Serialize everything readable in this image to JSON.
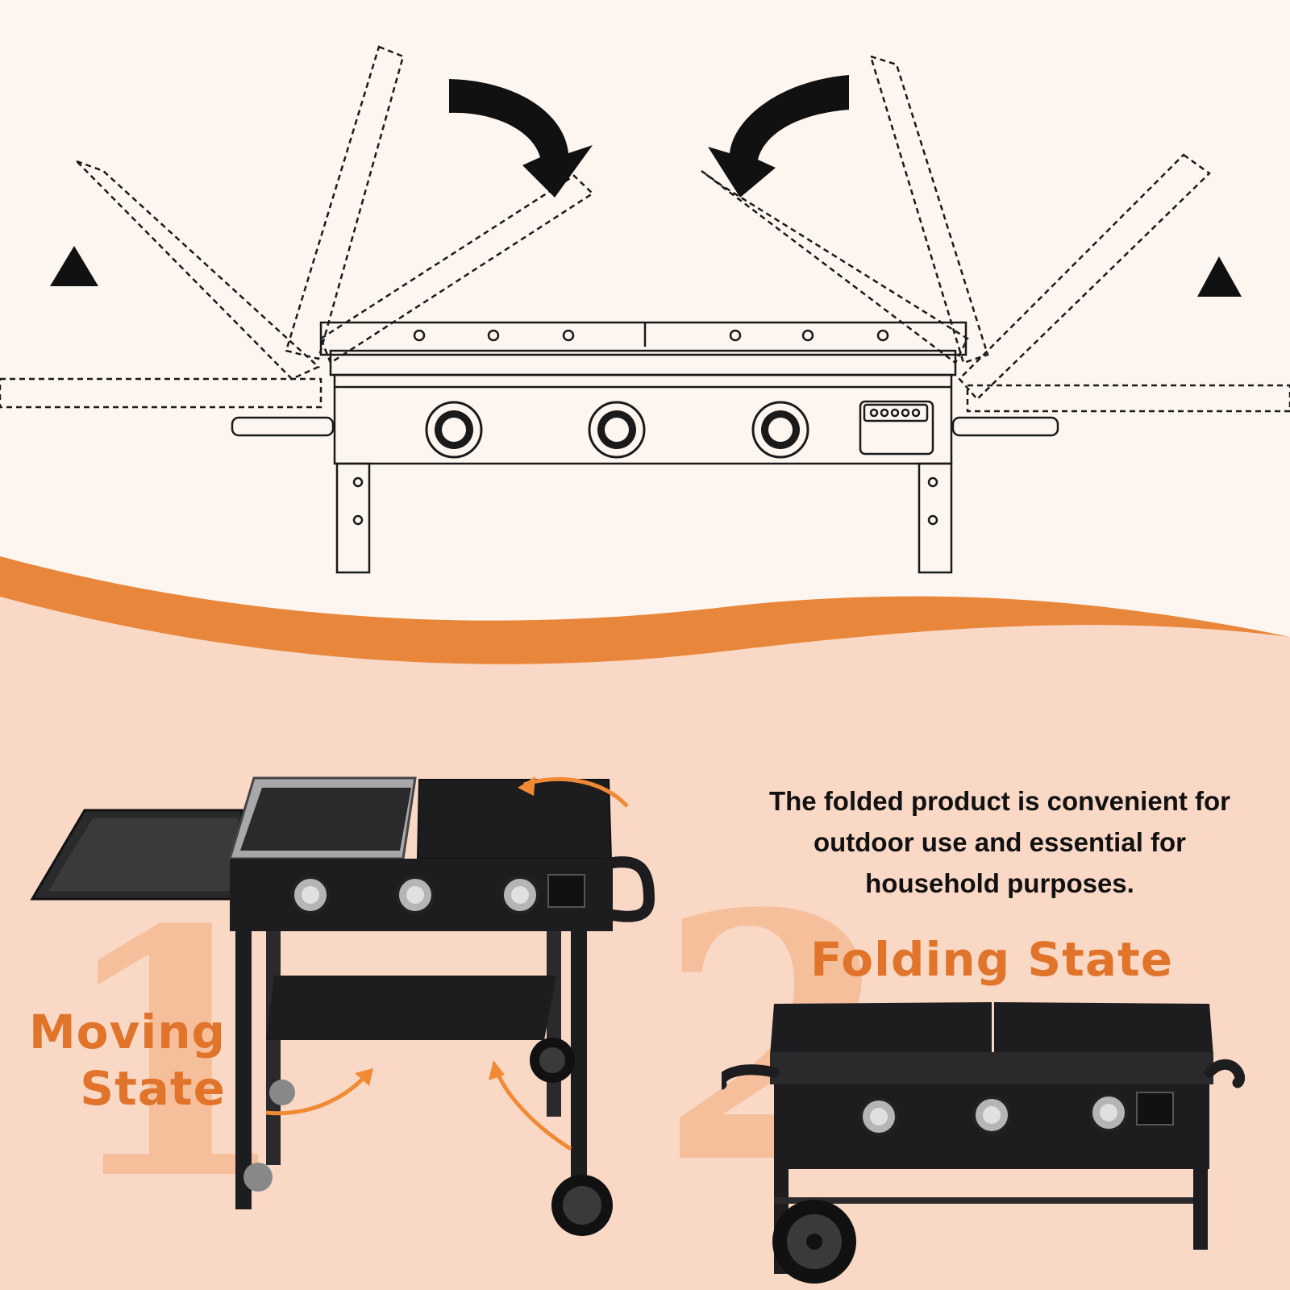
{
  "blurb": {
    "line1": "The folded product is convenient for",
    "line2": "outdoor use and essential for",
    "line3": "household purposes."
  },
  "labels": {
    "moving_line1": "Moving",
    "moving_line2": "State",
    "folding": "Folding State"
  },
  "step_numbers": {
    "one": "1",
    "two": "2"
  },
  "colors": {
    "top_background": "#fdf6f0",
    "bottom_background": "#fad8c6",
    "wave": "#e8873c",
    "accent_text": "#e0742a",
    "arrow_orange": "#f08a34",
    "grill_black": "#1d1d1f",
    "line_art": "#1a1a1a"
  },
  "icons": {
    "up_arrow_left": "up-arrow-icon",
    "curved_arrow_left": "curved-arrow-clockwise-icon",
    "curved_arrow_right": "curved-arrow-counterclockwise-icon",
    "up_arrow_right": "up-arrow-icon"
  }
}
